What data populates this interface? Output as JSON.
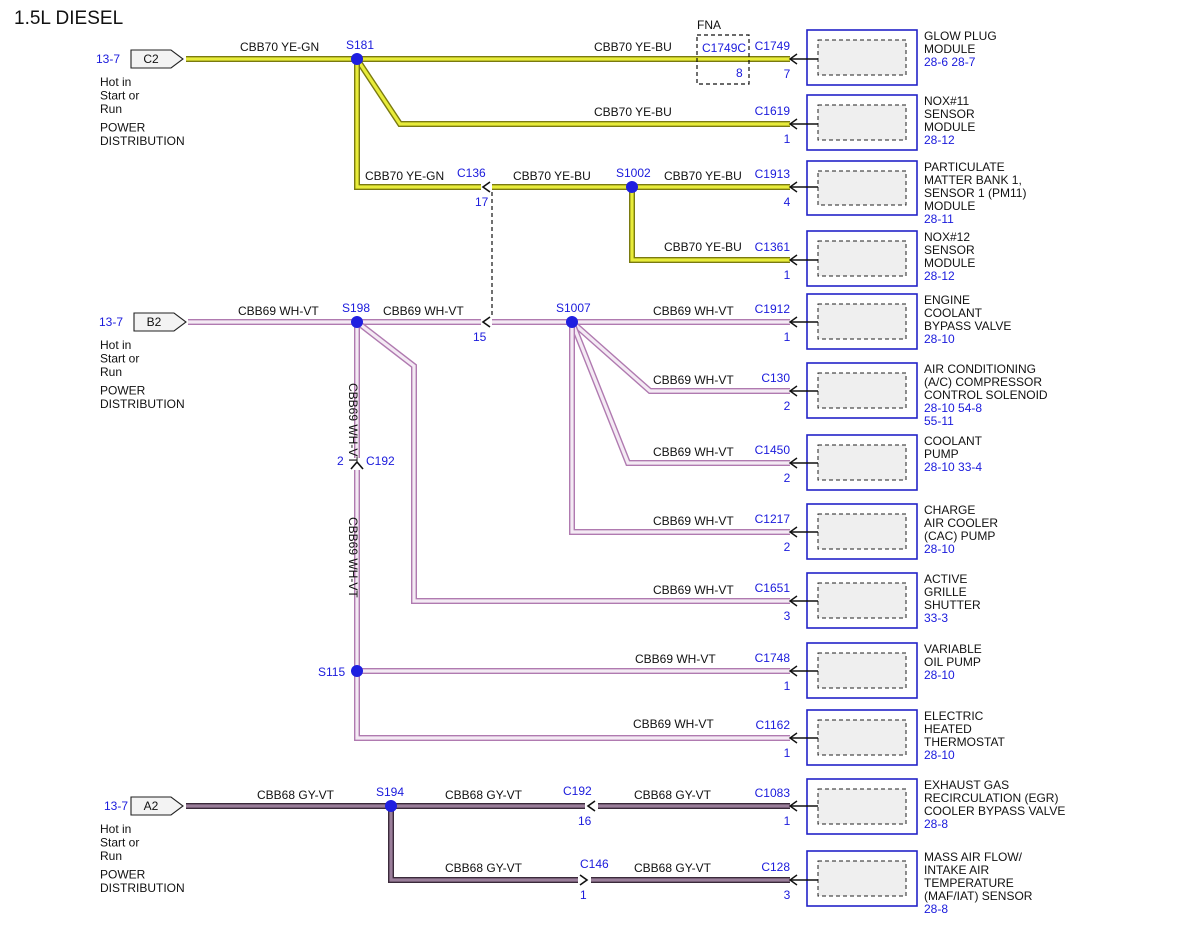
{
  "title": "1.5L DIESEL",
  "colors": {
    "ye_core": "#e8ec3a",
    "ye_edge": "#7a7a10",
    "wh_core": "#f4eaf4",
    "wh_edge": "#b07ab0",
    "gy_core": "#9a7e9a",
    "gy_edge": "#3a2a3a",
    "splice": "#1f1fe0",
    "ref_text": "#1a1adc"
  },
  "sources": [
    {
      "pin": "C2",
      "page_ref": "13-7",
      "notes": [
        "Hot in",
        "Start or",
        "Run",
        "POWER",
        "DISTRIBUTION"
      ]
    },
    {
      "pin": "B2",
      "page_ref": "13-7",
      "notes": [
        "Hot in",
        "Start or",
        "Run",
        "POWER",
        "DISTRIBUTION"
      ]
    },
    {
      "pin": "A2",
      "page_ref": "13-7",
      "notes": [
        "Hot in",
        "Start or",
        "Run",
        "POWER",
        "DISTRIBUTION"
      ]
    }
  ],
  "splices": [
    "S181",
    "S1002",
    "S198",
    "S1007",
    "S115",
    "S194"
  ],
  "inline_connectors": [
    {
      "name": "C136",
      "pin": "17"
    },
    {
      "name": "C136",
      "pin": "15"
    },
    {
      "name": "C192",
      "pin": "2"
    },
    {
      "name": "C192",
      "pin": "16"
    },
    {
      "name": "C146",
      "pin": "1"
    }
  ],
  "fna": {
    "label": "FNA",
    "connector": "C1749C",
    "pin": "8"
  },
  "wire_labels": [
    "CBB70 YE-GN",
    "CBB70 YE-BU",
    "CBB70 YE-BU",
    "CBB70 YE-GN",
    "CBB70 YE-BU",
    "CBB70 YE-BU",
    "CBB70 YE-BU",
    "CBB69 WH-VT",
    "CBB69 WH-VT",
    "CBB69 WH-VT",
    "CBB69 WH-VT",
    "CBB69 WH-VT",
    "CBB69 WH-VT",
    "CBB69 WH-VT",
    "CBB69 WH-VT",
    "CBB69 WH-VT",
    "CBB69 WH-VT",
    "CBB69 WH-VT",
    "CBB68 GY-VT",
    "CBB68 GY-VT",
    "CBB68 GY-VT",
    "CBB68 GY-VT",
    "CBB68 GY-VT"
  ],
  "components": [
    {
      "connector": "C1749",
      "pin": "7",
      "name": [
        "GLOW PLUG",
        "MODULE"
      ],
      "refs": [
        "28-6   28-7"
      ]
    },
    {
      "connector": "C1619",
      "pin": "1",
      "name": [
        "NOX#11",
        "SENSOR",
        "MODULE"
      ],
      "refs": [
        "28-12"
      ]
    },
    {
      "connector": "C1913",
      "pin": "4",
      "name": [
        "PARTICULATE",
        "MATTER BANK 1,",
        "SENSOR 1 (PM11)",
        "MODULE"
      ],
      "refs": [
        "28-11"
      ]
    },
    {
      "connector": "C1361",
      "pin": "1",
      "name": [
        "NOX#12",
        "SENSOR",
        "MODULE"
      ],
      "refs": [
        "28-12"
      ]
    },
    {
      "connector": "C1912",
      "pin": "1",
      "name": [
        "ENGINE",
        "COOLANT",
        "BYPASS VALVE"
      ],
      "refs": [
        "28-10"
      ]
    },
    {
      "connector": "C130",
      "pin": "2",
      "name": [
        "AIR CONDITIONING",
        "(A/C) COMPRESSOR",
        "CONTROL SOLENOID"
      ],
      "refs": [
        "28-10   54-8",
        "55-11"
      ]
    },
    {
      "connector": "C1450",
      "pin": "2",
      "name": [
        "COOLANT",
        "PUMP"
      ],
      "refs": [
        "28-10   33-4"
      ]
    },
    {
      "connector": "C1217",
      "pin": "2",
      "name": [
        "CHARGE",
        "AIR COOLER",
        "(CAC) PUMP"
      ],
      "refs": [
        "28-10"
      ]
    },
    {
      "connector": "C1651",
      "pin": "3",
      "name": [
        "ACTIVE",
        "GRILLE",
        "SHUTTER"
      ],
      "refs": [
        "33-3"
      ]
    },
    {
      "connector": "C1748",
      "pin": "1",
      "name": [
        "VARIABLE",
        "OIL PUMP"
      ],
      "refs": [
        "28-10"
      ]
    },
    {
      "connector": "C1162",
      "pin": "1",
      "name": [
        "ELECTRIC",
        "HEATED",
        "THERMOSTAT"
      ],
      "refs": [
        "28-10"
      ]
    },
    {
      "connector": "C1083",
      "pin": "1",
      "name": [
        "EXHAUST GAS",
        "RECIRCULATION (EGR)",
        "COOLER BYPASS VALVE"
      ],
      "refs": [
        "28-8"
      ]
    },
    {
      "connector": "C128",
      "pin": "3",
      "name": [
        "MASS AIR FLOW/",
        "INTAKE AIR",
        "TEMPERATURE",
        "(MAF/IAT) SENSOR"
      ],
      "refs": [
        "28-8"
      ]
    }
  ]
}
